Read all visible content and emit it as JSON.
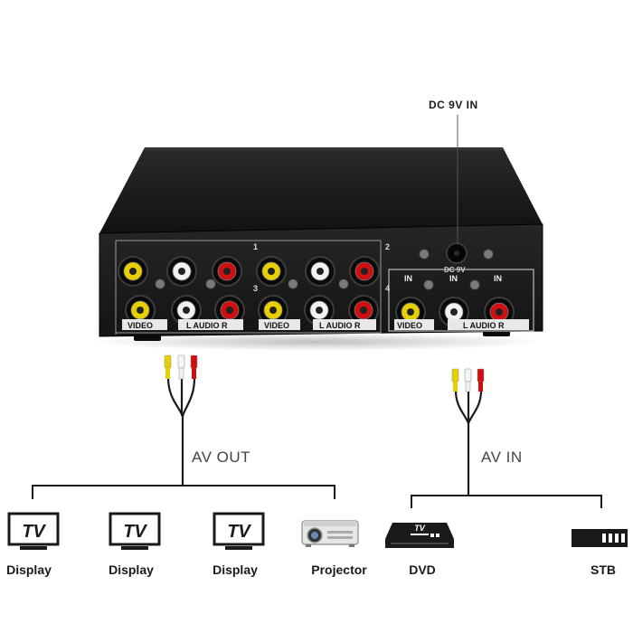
{
  "callout": {
    "power": "DC 9V IN"
  },
  "groups": {
    "out": "AV OUT",
    "in": "AV IN"
  },
  "panel": {
    "numbers": [
      "1",
      "2",
      "3",
      "4"
    ],
    "video": "VIDEO",
    "audio": "L  AUDIO  R",
    "in": "IN",
    "dc": "DC 9V"
  },
  "outputs": [
    {
      "label": "Display",
      "icon": "tv-icon",
      "badge": "TV"
    },
    {
      "label": "Display",
      "icon": "tv-icon",
      "badge": "TV"
    },
    {
      "label": "Display",
      "icon": "tv-icon",
      "badge": "TV"
    },
    {
      "label": "Projector",
      "icon": "projector-icon"
    }
  ],
  "inputs": [
    {
      "label": "DVD",
      "icon": "dvd-player-icon",
      "badge": "TV"
    },
    {
      "label": "STB",
      "icon": "set-top-box-icon"
    }
  ],
  "colors": {
    "video_jack": "#e8d000",
    "left_audio_jack": "#f2f2f2",
    "right_audio_jack": "#d01010",
    "device_body": "#1d1d1d",
    "line": "#1a1a1a"
  }
}
